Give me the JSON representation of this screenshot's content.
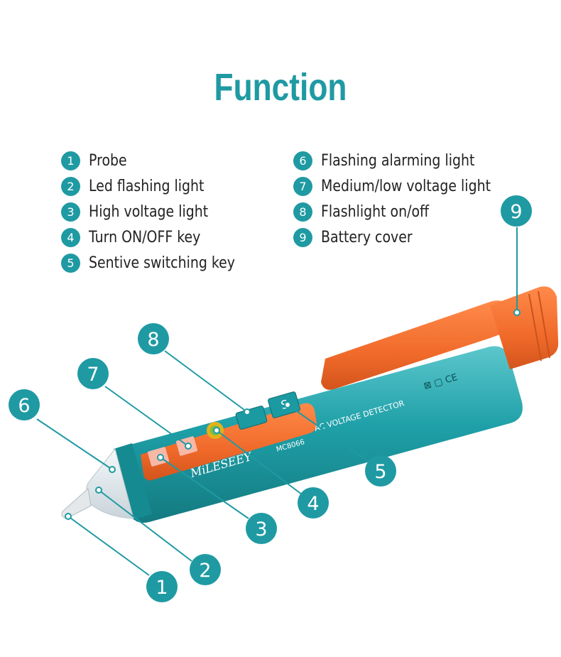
{
  "title": "Function",
  "legend_left": [
    {
      "num": "1",
      "label": "Probe"
    },
    {
      "num": "2",
      "label": "Led flashing light"
    },
    {
      "num": "3",
      "label": "High voltage light"
    },
    {
      "num": "4",
      "label": "Turn ON/OFF key"
    },
    {
      "num": "5",
      "label": "Sentive switching key"
    }
  ],
  "legend_right": [
    {
      "num": "6",
      "label": "Flashing alarming light"
    },
    {
      "num": "7",
      "label": "Medium/low voltage light"
    },
    {
      "num": "8",
      "label": "Flashlight on/off"
    },
    {
      "num": "9",
      "label": "Battery cover"
    }
  ],
  "callouts": {
    "c1": "1",
    "c2": "2",
    "c3": "3",
    "c4": "4",
    "c5": "5",
    "c6": "6",
    "c7": "7",
    "c8": "8",
    "c9": "9"
  },
  "device": {
    "brand": "MiLESEEY",
    "model": "MC8066",
    "product": "AC VOLTAGE DETECTOR",
    "marks": "⊠ ▢ CE",
    "s_key": "S"
  },
  "colors": {
    "teal": "#1f9aa3",
    "orange": "#f06a2a"
  }
}
